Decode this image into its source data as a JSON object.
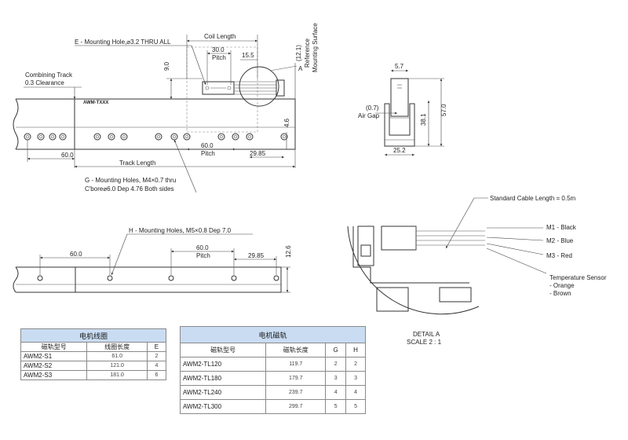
{
  "top_view": {
    "mounting_hole_e": "E - Mounting Hole,⌀3.2 THRU ALL",
    "coil_length": "Coil Length",
    "pitch_30": "30.0",
    "pitch_word": "Pitch",
    "dim_15_5": "15.5",
    "dim_12_1": "(12.1)",
    "reference_mounting_surface": [
      "Reference",
      "Mounting Surface"
    ],
    "marker_a": "A",
    "dim_9_0": "9.0",
    "combining_track": [
      "Combining Track",
      "0.3 Clearance"
    ],
    "track_label": "AWM-TXXX",
    "dim_4_6": "4.6",
    "dim_60_left": "60.0",
    "dim_60_pitch": "60.0",
    "dim_29_85": "29.85",
    "track_length": "Track Length",
    "mounting_holes_g": [
      "G - Mounting Holes, M4×0.7 thru",
      "C'bore⌀6.0 Dep 4.76 Both sides"
    ]
  },
  "end_view": {
    "dim_5_7": "5.7",
    "air_gap_value": "(0.7)",
    "air_gap": "Air Gap",
    "dim_38_1": "38.1",
    "dim_57_0": "57.0",
    "dim_25_2": "25.2"
  },
  "side_view": {
    "mounting_holes_h": "H - Mounting Holes, M5×0.8 Dep 7.0",
    "dim_60_left": "60.0",
    "dim_60_pitch": "60.0",
    "pitch_word": "Pitch",
    "dim_29_85": "29.85",
    "dim_12_6": "12.6"
  },
  "detail_a": {
    "cable_length": "Standard Cable Length = 0.5m",
    "wires": [
      "M1 - Black",
      "M2 - Blue",
      "M3 - Red"
    ],
    "temp_sensor": [
      "Temperature Sensor",
      "- Orange",
      "- Brown"
    ],
    "title": "DETAIL A",
    "scale": "SCALE 2 : 1"
  },
  "coil_table": {
    "title": "电机线圈",
    "headers": [
      "磁轨型号",
      "线圈长度",
      "E"
    ],
    "rows": [
      [
        "AWM2-S1",
        "61.0",
        "2"
      ],
      [
        "AWM2-S2",
        "121.0",
        "4"
      ],
      [
        "AWM2-S3",
        "181.0",
        "6"
      ]
    ]
  },
  "track_table": {
    "title": "电机磁轨",
    "headers": [
      "磁轨型号",
      "磁轨长度",
      "G",
      "H"
    ],
    "rows": [
      [
        "AWM2-TL120",
        "119.7",
        "2",
        "2"
      ],
      [
        "AWM2-TL180",
        "179.7",
        "3",
        "3"
      ],
      [
        "AWM2-TL240",
        "239.7",
        "4",
        "4"
      ],
      [
        "AWM2-TL300",
        "299.7",
        "5",
        "5"
      ]
    ]
  }
}
